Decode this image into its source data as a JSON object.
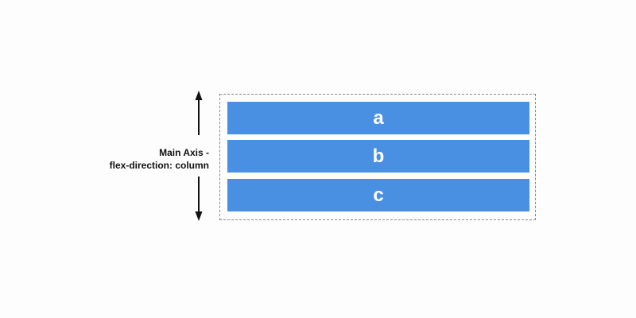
{
  "axis": {
    "label_line1": "Main Axis -",
    "label_line2": "flex-direction: column"
  },
  "items": [
    {
      "label": "a"
    },
    {
      "label": "b"
    },
    {
      "label": "c"
    }
  ],
  "colors": {
    "item_fill": "#4a90e2",
    "item_text": "#ffffff",
    "arrow": "#111111",
    "container_border": "#888888",
    "background": "#fdfdfd"
  },
  "icons": {
    "up": "arrow-up-icon",
    "down": "arrow-down-icon"
  }
}
